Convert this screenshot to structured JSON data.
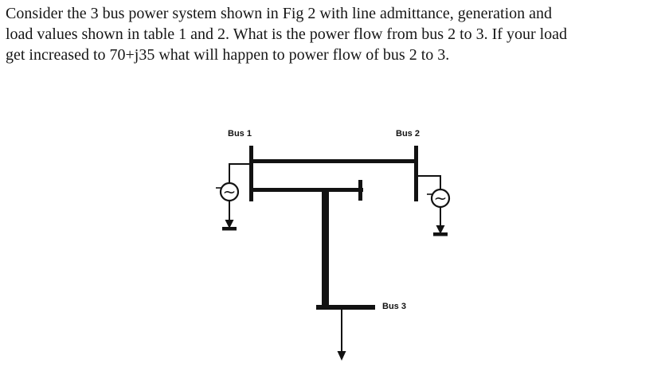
{
  "question": {
    "lines": [
      "Consider the 3 bus power system shown in Fig 2 with line admittance, generation and",
      "load values shown in table 1 and 2. What is the power flow from bus 2 to 3. If your load",
      "get increased to 70+j35 what will happen to power flow of bus 2 to 3."
    ]
  },
  "figure": {
    "bus1_label": "Bus 1",
    "bus2_label": "Bus 2",
    "bus3_label": "Bus 3",
    "generator_symbol": "~"
  },
  "colors": {
    "ink": "#121212",
    "background": "#ffffff"
  }
}
